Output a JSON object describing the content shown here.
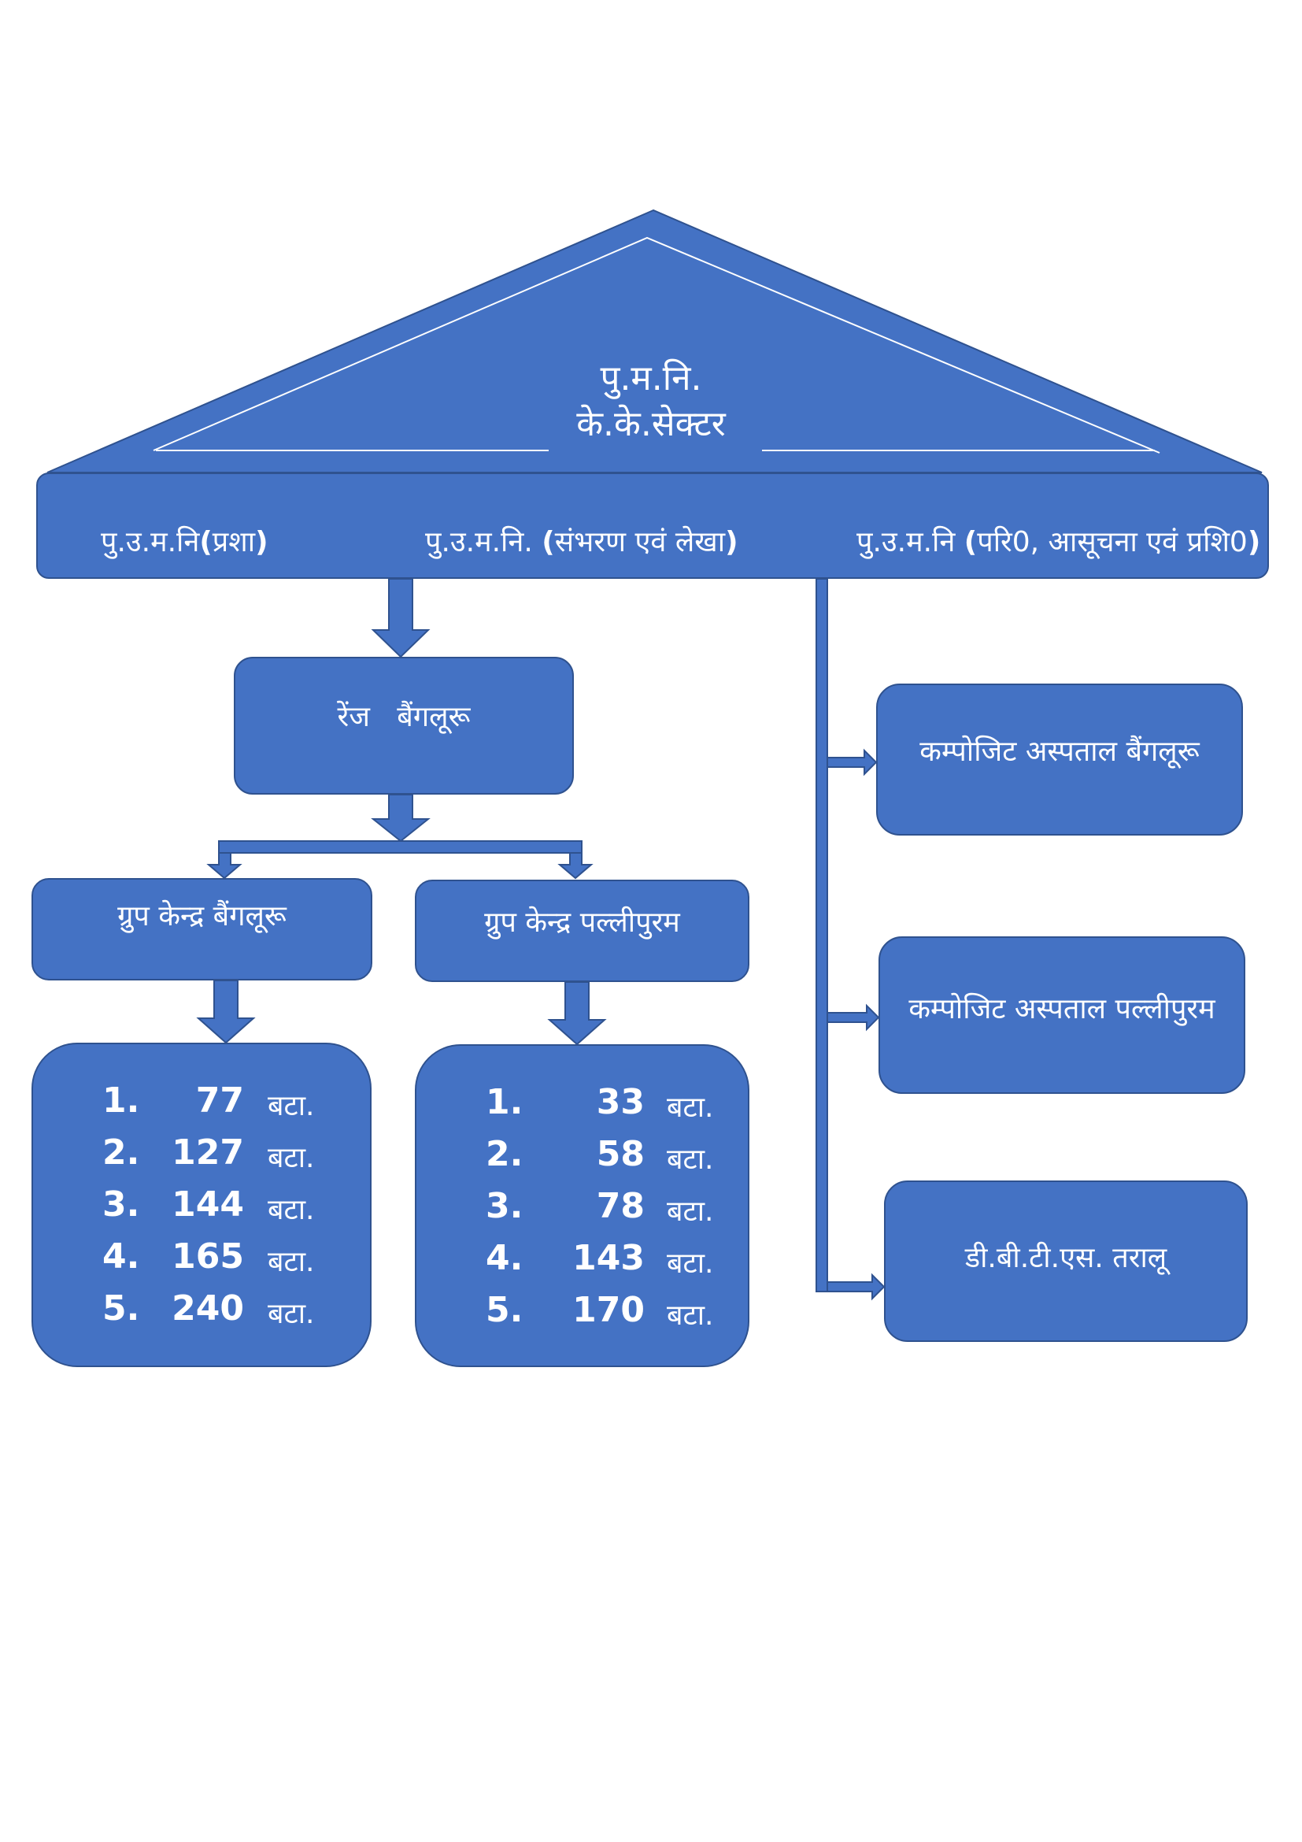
{
  "apex": {
    "line1": "पु.म.नि.",
    "line2": "के.के.सेक्टर"
  },
  "header": {
    "items": [
      {
        "prefix": "पु.उ.म.नि",
        "bold_open": "(",
        "text": "प्रशा",
        "bold_close": ")"
      },
      {
        "prefix": "पु.उ.म.नि. ",
        "bold_open": "(",
        "text": "संभरण एवं लेखा",
        "bold_close": ")"
      },
      {
        "prefix": "पु.उ.म.नि ",
        "bold_open": "(",
        "text": "परि0, आसूचना एवं प्रशि0",
        "bold_close": ")"
      }
    ]
  },
  "range": {
    "label": "रेंज   बैंगलूरू"
  },
  "groups": [
    {
      "label": "ग्रुप केन्द्र बैंगलूरू"
    },
    {
      "label": "ग्रुप केन्द्र पल्लीपुरम"
    }
  ],
  "battalion_lists": [
    {
      "items": [
        {
          "num": "1.",
          "value": "77",
          "unit": "बटा."
        },
        {
          "num": "2.",
          "value": "127",
          "unit": "बटा."
        },
        {
          "num": "3.",
          "value": "144",
          "unit": "बटा."
        },
        {
          "num": "4.",
          "value": "165",
          "unit": "बटा."
        },
        {
          "num": "5.",
          "value": "240",
          "unit": "बटा."
        }
      ]
    },
    {
      "items": [
        {
          "num": "1.",
          "value": "33",
          "unit": "बटा."
        },
        {
          "num": "2.",
          "value": "58",
          "unit": "बटा."
        },
        {
          "num": "3.",
          "value": "78",
          "unit": "बटा."
        },
        {
          "num": "4.",
          "value": "143",
          "unit": "बटा."
        },
        {
          "num": "5.",
          "value": "170",
          "unit": "बटा."
        }
      ]
    }
  ],
  "right_units": [
    {
      "label": "कम्पोजिट अस्पताल बैंगलूरू"
    },
    {
      "label": "कम्पोजिट अस्पताल पल्लीपुरम"
    },
    {
      "label": "डी.बी.टी.एस. तरालू"
    }
  ],
  "colors": {
    "fill": "#4472C4",
    "stroke": "#2F528F",
    "text": "#FFFFFF",
    "background": "#FFFFFF"
  }
}
